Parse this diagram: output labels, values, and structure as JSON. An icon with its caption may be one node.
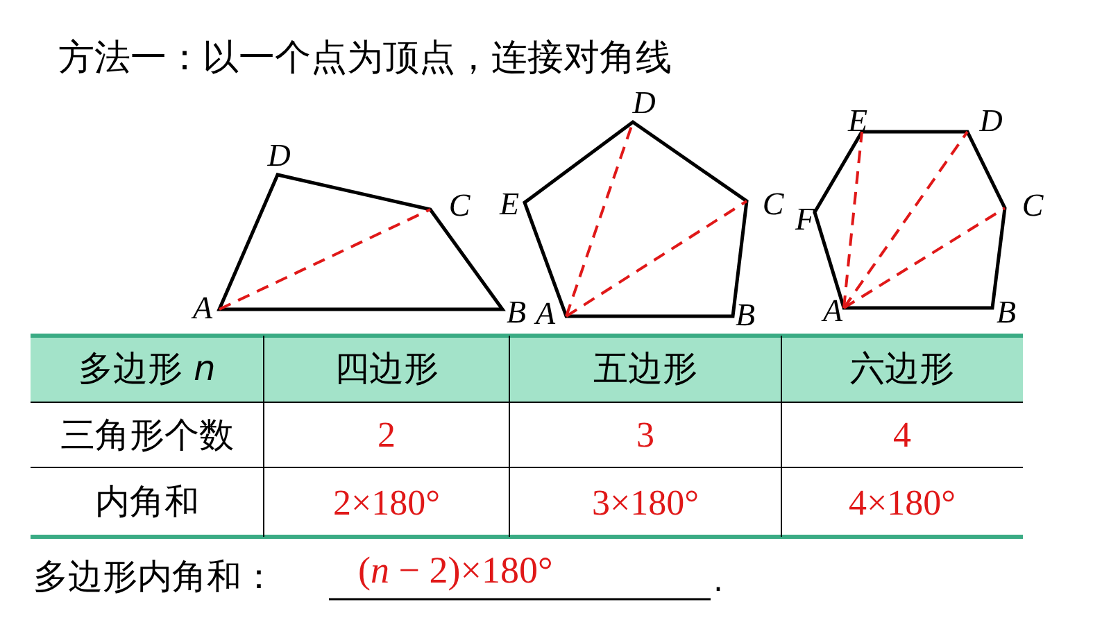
{
  "diagram": {
    "title": "方法一：以一个点为顶点，连接对角线",
    "labels": [
      "D",
      "C",
      "A",
      "B",
      "D",
      "E",
      "C",
      "A",
      "B",
      "E",
      "D",
      "F",
      "C",
      "A",
      "B",
      "多边形 *n*",
      "四边形",
      "五边形",
      "六边形",
      "三角形个数",
      "2",
      "3",
      "4",
      "内角和",
      "2×180°",
      "3×180°",
      "4×180°",
      "多边形内角和：",
      "(*n* − 2)×180°",
      "."
    ]
  }
}
